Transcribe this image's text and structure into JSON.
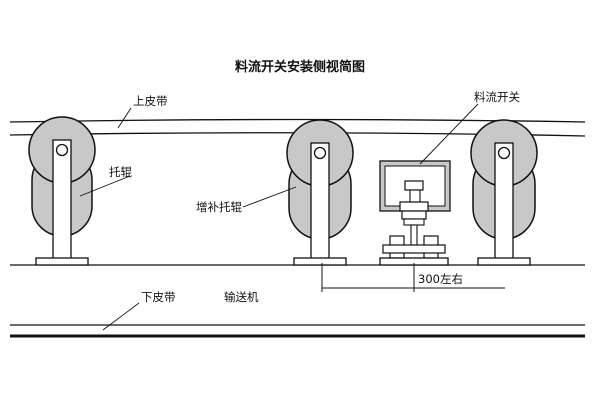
{
  "title": "料流开关安装侧视简图",
  "labels": {
    "upper_belt": "上皮带",
    "idler": "托辊",
    "extra_idler": "增补托辊",
    "flow_switch": "料流开关",
    "conveyor": "输送机",
    "lower_belt": "下皮带",
    "spacing": "300左右"
  },
  "colors": {
    "line": "#111111",
    "roller_fill": "#c8c8c8",
    "support_fill": "#ffffff",
    "background": "#ffffff"
  }
}
